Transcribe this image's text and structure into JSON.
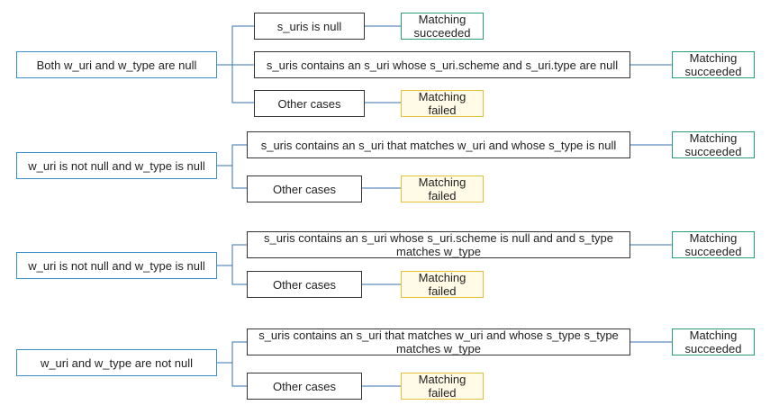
{
  "groups": [
    {
      "root": "Both w_uri and w_type are null",
      "branches": [
        {
          "condition": "s_uris is null",
          "result": "Matching succeeded",
          "status": "success"
        },
        {
          "condition": "s_uris contains an s_uri whose s_uri.scheme and s_uri.type are null",
          "result": "Matching succeeded",
          "status": "success"
        },
        {
          "condition": "Other cases",
          "result": "Matching failed",
          "status": "failure"
        }
      ]
    },
    {
      "root": "w_uri is not null and w_type is null",
      "branches": [
        {
          "condition": "s_uris contains an s_uri that matches w_uri and whose s_type is null",
          "result": "Matching succeeded",
          "status": "success"
        },
        {
          "condition": "Other cases",
          "result": "Matching failed",
          "status": "failure"
        }
      ]
    },
    {
      "root": "w_uri is not null and w_type is null",
      "branches": [
        {
          "condition": "s_uris contains an s_uri whose s_uri.scheme is null and and s_type matches w_type",
          "result": "Matching succeeded",
          "status": "success"
        },
        {
          "condition": "Other cases",
          "result": "Matching failed",
          "status": "failure"
        }
      ]
    },
    {
      "root": "w_uri and w_type are not null",
      "branches": [
        {
          "condition": "s_uris contains an s_uri that matches w_uri and whose s_type s_type matches w_type",
          "result": "Matching succeeded",
          "status": "success"
        },
        {
          "condition": "Other cases",
          "result": "Matching failed",
          "status": "failure"
        }
      ]
    }
  ],
  "colors": {
    "connector": "#3a70b0",
    "root_border": "#3a8fc7",
    "success_border": "#2a9a7a",
    "failure_border": "#e6c23a",
    "failure_fill": "#fffbe6"
  }
}
